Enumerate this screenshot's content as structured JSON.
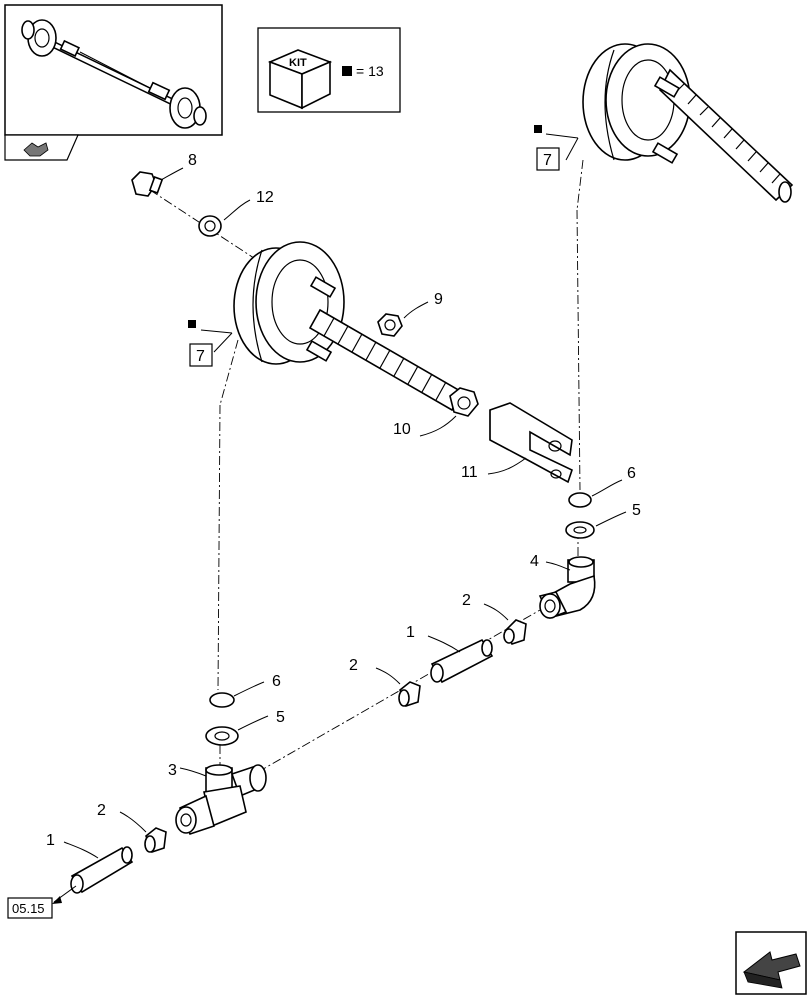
{
  "kit": {
    "title": "KIT",
    "equals": "= 13"
  },
  "refs": {
    "page_ref": "05.15",
    "chamber_ref_upper": "7",
    "chamber_ref_lower": "7"
  },
  "callouts": {
    "c8": "8",
    "c12": "12",
    "c9": "9",
    "c10": "10",
    "c11": "11",
    "c6a": "6",
    "c5a": "5",
    "c4": "4",
    "c2a": "2",
    "c1a": "1",
    "c2b": "2",
    "c6b": "6",
    "c5b": "5",
    "c3": "3",
    "c2c": "2",
    "c1b": "1"
  },
  "icons": [
    "axle-thumbnail-icon",
    "kit-box-icon",
    "kit-marker-icon",
    "navigation-arrow-icon"
  ]
}
